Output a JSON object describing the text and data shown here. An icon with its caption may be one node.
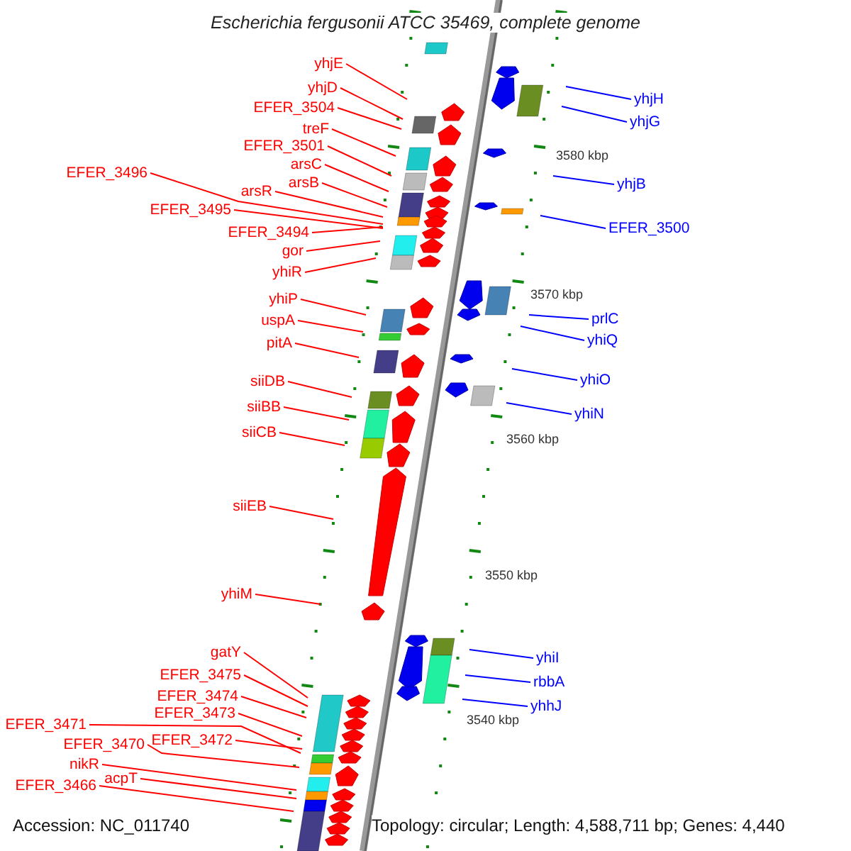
{
  "diagram": {
    "title": "Escherichia fergusonii ATCC 35469, complete genome",
    "nodes": [
      {
        "text": [
          "yhjE"
        ]
      },
      {
        "text": [
          "yhjD"
        ]
      },
      {
        "text": [
          "EFER_3504"
        ]
      },
      {
        "text": [
          "treF"
        ]
      },
      {
        "text": [
          "EFER_3501"
        ]
      },
      {
        "text": [
          "arsC"
        ]
      },
      {
        "text": [
          "arsB"
        ]
      },
      {
        "text": [
          "EFER_3496"
        ]
      },
      {
        "text": [
          "EFER_3495"
        ]
      },
      {
        "text": [
          "arsR"
        ]
      },
      {
        "text": [
          "EFER_3494"
        ]
      },
      {
        "text": [
          "gor"
        ]
      },
      {
        "text": [
          "yhiR"
        ]
      },
      {
        "text": [
          "yhiP"
        ]
      },
      {
        "text": [
          "uspA"
        ]
      },
      {
        "text": [
          "pitA"
        ]
      },
      {
        "text": [
          "siiDB"
        ]
      },
      {
        "text": [
          "siiBB"
        ]
      },
      {
        "text": [
          "siiCB"
        ]
      },
      {
        "text": [
          "siiEB"
        ]
      },
      {
        "text": [
          "yhiM"
        ]
      },
      {
        "text": [
          "gatY"
        ]
      },
      {
        "text": [
          "EFER_3475"
        ]
      },
      {
        "text": [
          "EFER_3474"
        ]
      },
      {
        "text": [
          "EFER_3473"
        ]
      },
      {
        "text": [
          "EFER_3471"
        ]
      },
      {
        "text": [
          "EFER_3472"
        ]
      },
      {
        "text": [
          "EFER_3470"
        ]
      },
      {
        "text": [
          "nikR"
        ]
      },
      {
        "text": [
          "acpT"
        ]
      },
      {
        "text": [
          "EFER_3466"
        ]
      },
      {
        "text": [
          "yhjH"
        ]
      },
      {
        "text": [
          "yhjG"
        ]
      },
      {
        "text": [
          "yhjB"
        ]
      },
      {
        "text": [
          "EFER_3500"
        ]
      },
      {
        "text": [
          "prlC"
        ]
      },
      {
        "text": [
          "yhiQ"
        ]
      },
      {
        "text": [
          "yhiO"
        ]
      },
      {
        "text": [
          "yhiN"
        ]
      },
      {
        "text": [
          "yhiI"
        ]
      },
      {
        "text": [
          "rbbA"
        ]
      },
      {
        "text": [
          "yhhJ"
        ]
      }
    ],
    "edges": [
      {
        "from": 0,
        "to": null,
        "arrow": "none"
      },
      {
        "from": 1,
        "to": null,
        "arrow": "none"
      },
      {
        "from": 2,
        "to": null,
        "arrow": "none"
      },
      {
        "from": 3,
        "to": null,
        "arrow": "none"
      },
      {
        "from": 4,
        "to": null,
        "arrow": "none"
      },
      {
        "from": 5,
        "to": null,
        "arrow": "none"
      },
      {
        "from": 6,
        "to": null,
        "arrow": "none"
      },
      {
        "from": 7,
        "to": null,
        "arrow": "none"
      },
      {
        "from": 8,
        "to": null,
        "arrow": "none"
      },
      {
        "from": 9,
        "to": null,
        "arrow": "none"
      },
      {
        "from": 10,
        "to": null,
        "arrow": "none"
      },
      {
        "from": 11,
        "to": null,
        "arrow": "none"
      },
      {
        "from": 12,
        "to": null,
        "arrow": "none"
      },
      {
        "from": 13,
        "to": null,
        "arrow": "none"
      },
      {
        "from": 14,
        "to": null,
        "arrow": "none"
      },
      {
        "from": 15,
        "to": null,
        "arrow": "none"
      },
      {
        "from": 16,
        "to": null,
        "arrow": "none"
      },
      {
        "from": 17,
        "to": null,
        "arrow": "none"
      },
      {
        "from": 18,
        "to": null,
        "arrow": "none"
      },
      {
        "from": 19,
        "to": null,
        "arrow": "none"
      },
      {
        "from": 20,
        "to": null,
        "arrow": "none"
      },
      {
        "from": 21,
        "to": null,
        "arrow": "none"
      },
      {
        "from": 22,
        "to": null,
        "arrow": "none"
      },
      {
        "from": 23,
        "to": null,
        "arrow": "none"
      },
      {
        "from": 24,
        "to": null,
        "arrow": "none"
      },
      {
        "from": 25,
        "to": null,
        "arrow": "none"
      },
      {
        "from": 26,
        "to": null,
        "arrow": "none"
      },
      {
        "from": 27,
        "to": null,
        "arrow": "none"
      },
      {
        "from": 28,
        "to": null,
        "arrow": "none"
      },
      {
        "from": 29,
        "to": null,
        "arrow": "none"
      },
      {
        "from": 30,
        "to": null,
        "arrow": "none"
      },
      {
        "from": 31,
        "to": null,
        "arrow": "none",
        "color": "#0000ff"
      },
      {
        "from": 32,
        "to": null,
        "arrow": "none",
        "color": "#0000ff"
      },
      {
        "from": 33,
        "to": null,
        "arrow": "none",
        "color": "#0000ff"
      },
      {
        "from": 34,
        "to": null,
        "arrow": "none",
        "color": "#0000ff"
      },
      {
        "from": 35,
        "to": null,
        "arrow": "none",
        "color": "#0000ff"
      },
      {
        "from": 36,
        "to": null,
        "arrow": "none",
        "color": "#0000ff"
      },
      {
        "from": 37,
        "to": null,
        "arrow": "none",
        "color": "#0000ff"
      },
      {
        "from": 38,
        "to": null,
        "arrow": "none",
        "color": "#0000ff"
      },
      {
        "from": 39,
        "to": null,
        "arrow": "none",
        "color": "#0000ff"
      },
      {
        "from": 40,
        "to": null,
        "arrow": "none",
        "color": "#0000ff"
      },
      {
        "from": 41,
        "to": null,
        "arrow": "none",
        "color": "#0000ff"
      }
    ],
    "labels": [
      "3580 kbp",
      "3570 kbp",
      "3560 kbp",
      "3550 kbp",
      "3540 kbp",
      "Accession: NC_011740",
      "Topology: circular; Length: 4,588,711 bp; Genes: 4,440"
    ]
  }
}
